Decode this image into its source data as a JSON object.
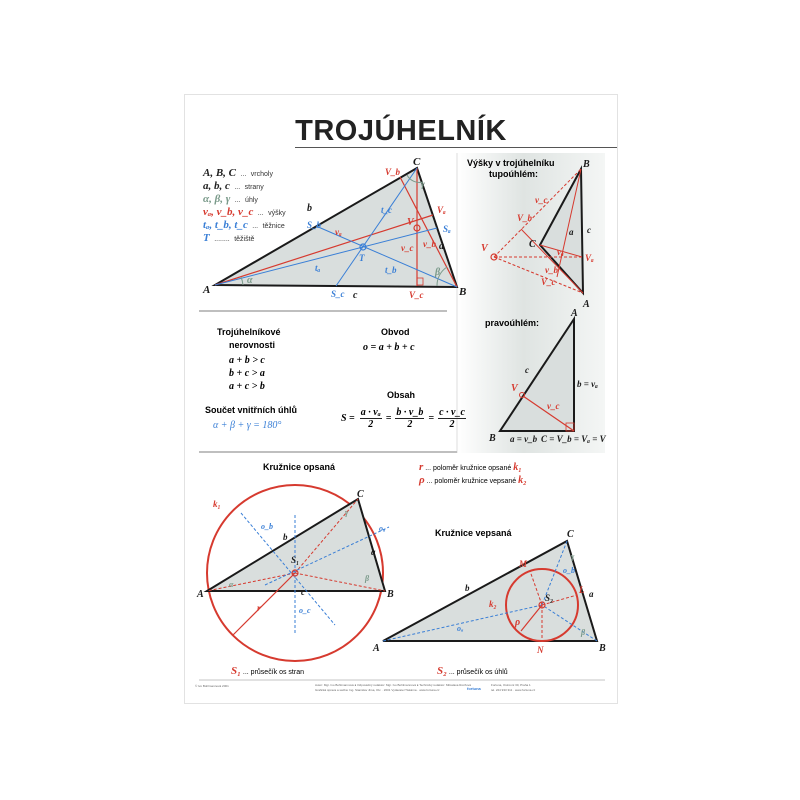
{
  "title": "TROJÚHELNÍK",
  "legend": [
    {
      "symbol": "A, B, C",
      "dots": "...",
      "desc": "vrcholy",
      "color": "#222222"
    },
    {
      "symbol": "a, b, c",
      "dots": "...",
      "desc": "strany",
      "color": "#222222"
    },
    {
      "symbol": "α, β, γ",
      "dots": "...",
      "desc": "úhly",
      "color": "#7a9a8a"
    },
    {
      "symbol": "vₐ, v_b, v_c",
      "dots": "...",
      "desc": "výšky",
      "color": "#d63a2f"
    },
    {
      "symbol": "tₐ, t_b, t_c",
      "dots": "...",
      "desc": "těžnice",
      "color": "#3a7fd6"
    },
    {
      "symbol": "T",
      "dots": "........",
      "desc": "těžiště",
      "color": "#3a7fd6"
    }
  ],
  "main_triangle_labels": {
    "A": "A",
    "B": "B",
    "C": "C",
    "a": "a",
    "b": "b",
    "c": "c",
    "alpha": "α",
    "beta": "β",
    "gamma": "γ",
    "Sa": "Sₐ",
    "Sb": "S_b",
    "Sc": "S_c",
    "Va": "Vₐ",
    "Vb": "V_b",
    "Vc": "V_c",
    "V": "V",
    "T": "T",
    "ta": "tₐ",
    "tb": "t_b",
    "tc": "t_c",
    "va": "vₐ",
    "vb": "v_b",
    "vc": "v_c"
  },
  "obtuse": {
    "heading_line1": "Výšky v trojúhelníku",
    "heading_line2": "tupoúhlém:",
    "labels": {
      "A": "A",
      "B": "B",
      "C": "C",
      "a": "a",
      "c": "c",
      "V": "V",
      "Va": "Vₐ",
      "Vb": "V_b",
      "Vc": "V_c",
      "va": "vₐ",
      "vb": "v_b",
      "vc": "v_c"
    }
  },
  "right": {
    "heading": "pravoúhlém:",
    "labels": {
      "A": "A",
      "B": "B",
      "c": "c",
      "V": "V",
      "vc": "v_c",
      "bva": "b = vₐ",
      "ava": "a = v_b",
      "cv": "C = V_b = Vₐ = V"
    }
  },
  "inequalities": {
    "heading_line1": "Trojúhelníkové",
    "heading_line2": "nerovnosti",
    "lines": [
      "a + b > c",
      "b + c > a",
      "a + c > b"
    ]
  },
  "angles_sum": {
    "heading": "Součet vnitřních úhlů",
    "formula": "α + β + γ = 180°"
  },
  "perimeter": {
    "heading": "Obvod",
    "formula": "o = a + b + c"
  },
  "area": {
    "heading": "Obsah",
    "lhs": "S =",
    "fractions": [
      {
        "num": "a · vₐ",
        "den": "2"
      },
      {
        "num": "b · v_b",
        "den": "2"
      },
      {
        "num": "c · v_c",
        "den": "2"
      }
    ],
    "eq": "="
  },
  "circumcircle": {
    "heading": "Kružnice opsaná",
    "labels": {
      "A": "A",
      "B": "B",
      "C": "C",
      "a": "a",
      "b": "b",
      "c": "c",
      "k1": "k₁",
      "S1": "S₁",
      "r": "r",
      "oa": "oₐ",
      "ob": "o_b",
      "oc": "o_c",
      "alpha": "α",
      "beta": "β",
      "gamma": "γ"
    },
    "caption_sym": "S₁",
    "caption_text": "... průsečík os stran"
  },
  "radii_legend": [
    {
      "sym": "r",
      "dots": "...",
      "text": "poloměr kružnice opsané",
      "k": "k₁"
    },
    {
      "sym": "ρ",
      "dots": "...",
      "text": "poloměr kružnice vepsané",
      "k": "k₂"
    }
  ],
  "incircle": {
    "heading": "Kružnice vepsaná",
    "labels": {
      "A": "A",
      "B": "B",
      "C": "C",
      "a": "a",
      "b": "b",
      "k2": "k₂",
      "S2": "S₂",
      "rho": "ρ",
      "M": "M",
      "L": "L",
      "N": "N",
      "oa": "oₐ",
      "ob": "o_b",
      "gamma": "γ",
      "beta": "β"
    },
    "caption_sym": "S₂",
    "caption_text": "... průsečík os úhlů"
  },
  "colors": {
    "red": "#d63a2f",
    "blue": "#3a7fd6",
    "fill": "#d9dedd",
    "black": "#1a1a1a",
    "angle": "#7a9a8a"
  },
  "footer": {
    "left": "© Ivo Bohlmannová 2001",
    "center_line1": "Autor: Mgr. Ivo Bohlmannová ● Odpovědný redaktor: Mgr. Ivo Bohlmannová ● Technický redaktor: Miloslava Rozčová",
    "center_line2": "Grafická úprava a sazba: Ing. Stanislav Jirsa, Olv. · 2001 Vydavatel Tiskárna · www.fortuna.cz",
    "logo": "fortuna",
    "right_line1": "Fortuna, Ostrovní 30, Praha 1",
    "right_line2": "tel. 224 933 311 · www.fortuna.cz"
  }
}
